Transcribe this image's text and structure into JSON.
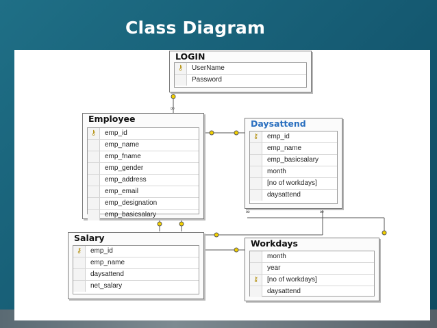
{
  "slide": {
    "title": "Class Diagram"
  },
  "tables": {
    "login": {
      "name": "LOGIN",
      "columns": [
        {
          "name": "UserName",
          "key": true
        },
        {
          "name": "Password",
          "key": false
        }
      ]
    },
    "employee": {
      "name": "Employee",
      "columns": [
        {
          "name": "emp_id",
          "key": true
        },
        {
          "name": "emp_name",
          "key": false
        },
        {
          "name": "emp_fname",
          "key": false
        },
        {
          "name": "emp_gender",
          "key": false
        },
        {
          "name": "emp_address",
          "key": false
        },
        {
          "name": "emp_email",
          "key": false
        },
        {
          "name": "emp_designation",
          "key": false
        },
        {
          "name": "emp_basicsalary",
          "key": false
        }
      ]
    },
    "daysattend": {
      "name": "Daysattend",
      "columns": [
        {
          "name": "emp_id",
          "key": true
        },
        {
          "name": "emp_name",
          "key": false
        },
        {
          "name": "emp_basicsalary",
          "key": false
        },
        {
          "name": "month",
          "key": false
        },
        {
          "name": "[no of workdays]",
          "key": false
        },
        {
          "name": "daysattend",
          "key": false
        }
      ]
    },
    "salary": {
      "name": "Salary",
      "columns": [
        {
          "name": "emp_id",
          "key": true
        },
        {
          "name": "emp_name",
          "key": false
        },
        {
          "name": "daysattend",
          "key": false
        },
        {
          "name": "net_salary",
          "key": false
        }
      ]
    },
    "workdays": {
      "name": "Workdays",
      "columns": [
        {
          "name": "month",
          "key": false
        },
        {
          "name": "year",
          "key": false
        },
        {
          "name": "[no of workdays]",
          "key": true
        },
        {
          "name": "daysattend",
          "key": false
        }
      ]
    }
  },
  "colors": {
    "title_blue": "#2a6fbf",
    "key_gold": "#b08a00",
    "background": "#155a72"
  }
}
